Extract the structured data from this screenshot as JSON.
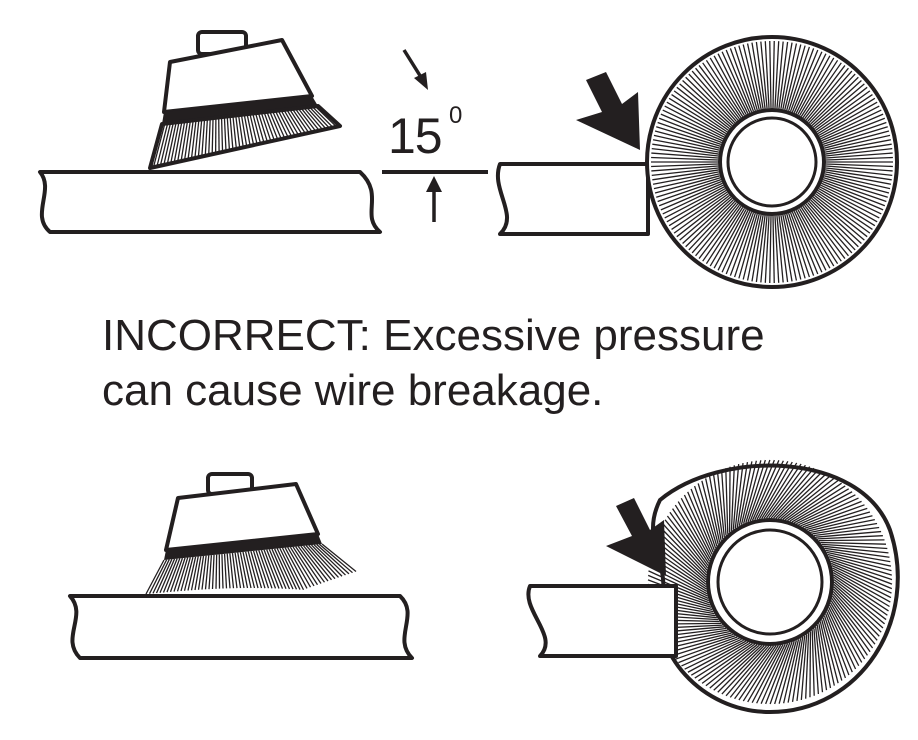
{
  "angle": {
    "value": "15",
    "unit": "0"
  },
  "caption": {
    "line1": "INCORRECT: Excessive pressure",
    "line2": "can cause wire breakage."
  },
  "colors": {
    "ink": "#231f20",
    "paper": "#ffffff"
  },
  "illustrations": {
    "top": {
      "cup_brush": "cup-brush-light-pressure-icon",
      "wheel_brush": "wheel-brush-light-pressure-icon",
      "arrow": "pressure-arrow-icon"
    },
    "bottom": {
      "cup_brush": "cup-brush-excessive-pressure-icon",
      "wheel_brush": "wheel-brush-excessive-pressure-icon",
      "arrow": "pressure-arrow-icon"
    }
  }
}
